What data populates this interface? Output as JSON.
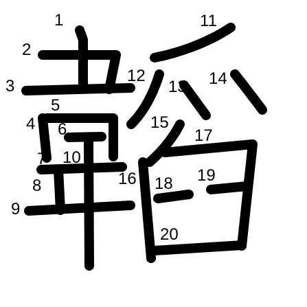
{
  "diagram": {
    "stroke_numbers": [
      "1",
      "2",
      "3",
      "4",
      "5",
      "6",
      "7",
      "8",
      "9",
      "10",
      "11",
      "12",
      "13",
      "14",
      "15",
      "16",
      "17",
      "18",
      "19",
      "20"
    ],
    "colors": {
      "background": "#ffffff",
      "ink": "#000000"
    }
  }
}
